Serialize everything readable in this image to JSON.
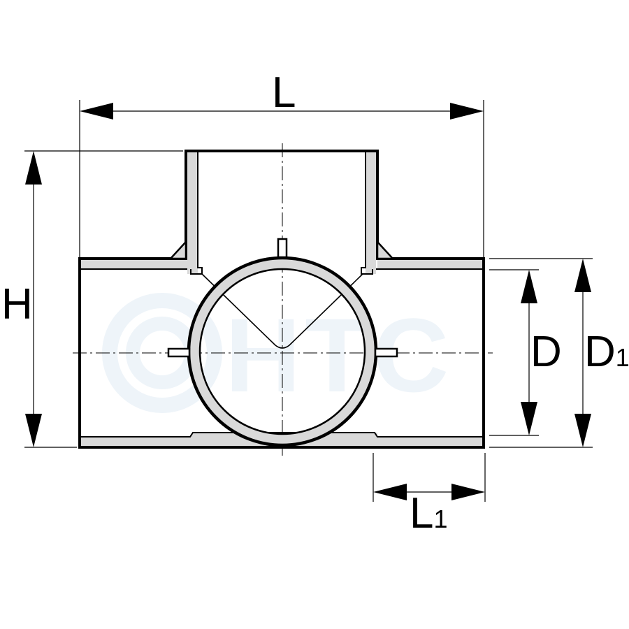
{
  "watermark": {
    "text": "HTC",
    "color": "#eef4f9"
  },
  "colors": {
    "outline": "#000000",
    "wall_fill": "#d9d9d9",
    "background": "#ffffff"
  },
  "dimensions": {
    "length": {
      "main": "L",
      "sub": ""
    },
    "height": {
      "main": "H",
      "sub": ""
    },
    "inner_diameter": {
      "main": "D",
      "sub": ""
    },
    "outer_diameter": {
      "main": "D",
      "sub": "1"
    },
    "socket_length": {
      "main": "L",
      "sub": "1"
    }
  }
}
